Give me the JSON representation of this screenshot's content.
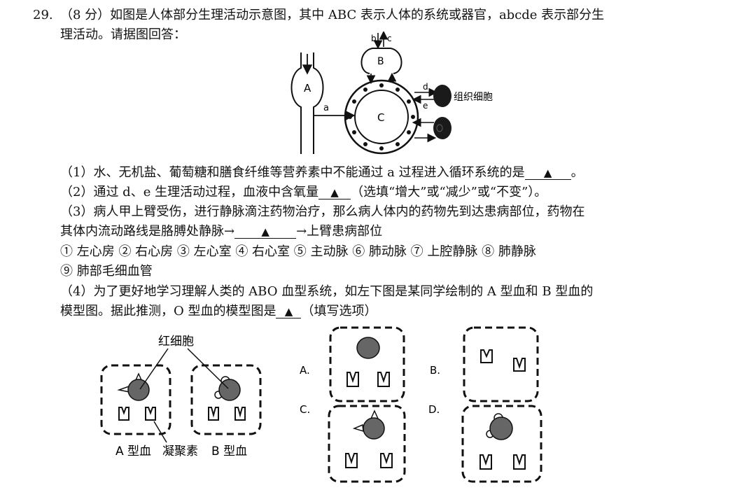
{
  "question": {
    "number": "29.",
    "stem_line1": "（8 分）如图是人体部分生理活动示意图，其中 ABC 表示人体的系统或器官，abcde 表示部分生",
    "stem_line2": "理活动。请据图回答："
  },
  "diagram_top": {
    "label_A": "A",
    "label_B": "B",
    "label_C": "C",
    "arrow_a": "a",
    "arrow_b": "b",
    "arrow_c": "c",
    "arrow_d": "d",
    "arrow_e": "e",
    "tissue_label": "组织细胞"
  },
  "sub_questions": {
    "q1": "（1）水、无机盐、葡萄糖和膳食纤维等营养素中不能通过 a 过程进入循环系统的是",
    "q1_tail": "。",
    "q2_head": "（2）通过 d、e 生理活动过程，血液中含氧量",
    "q2_tail": "（选填“增大”或“减少”或“不变”）。",
    "q3_line1": "（3）病人甲上臂受伤，进行静脉滴注药物治疗，那么病人体内的药物先到达患病部位，药物在",
    "q3_line2_head": "其体内流动路线是胳膊处静脉→",
    "q3_line2_tail": "→上臂患病部位",
    "options_line1": "① 左心房 ② 右心房 ③ 左心室 ④ 右心室 ⑤ 主动脉 ⑥ 肺动脉 ⑦ 上腔静脉 ⑧ 肺静脉",
    "options_line2": "⑨ 肺部毛细血管",
    "q4_line1": "（4）为了更好地学习理解人类的 ABO 血型系统，如左下图是某同学绘制的 A 型血和 B 型血的",
    "q4_line2_head": "模型图。据此推测，O 型血的模型图是",
    "q4_line2_tail": "（填写选项）",
    "blank_marker": "▲"
  },
  "diagram_bottom": {
    "rbc_label": "红细胞",
    "a_type_label": "A 型血",
    "agglutinin_label": "凝聚素",
    "b_type_label": "B 型血",
    "option_A": "A.",
    "option_B": "B.",
    "option_C": "C.",
    "option_D": "D."
  }
}
